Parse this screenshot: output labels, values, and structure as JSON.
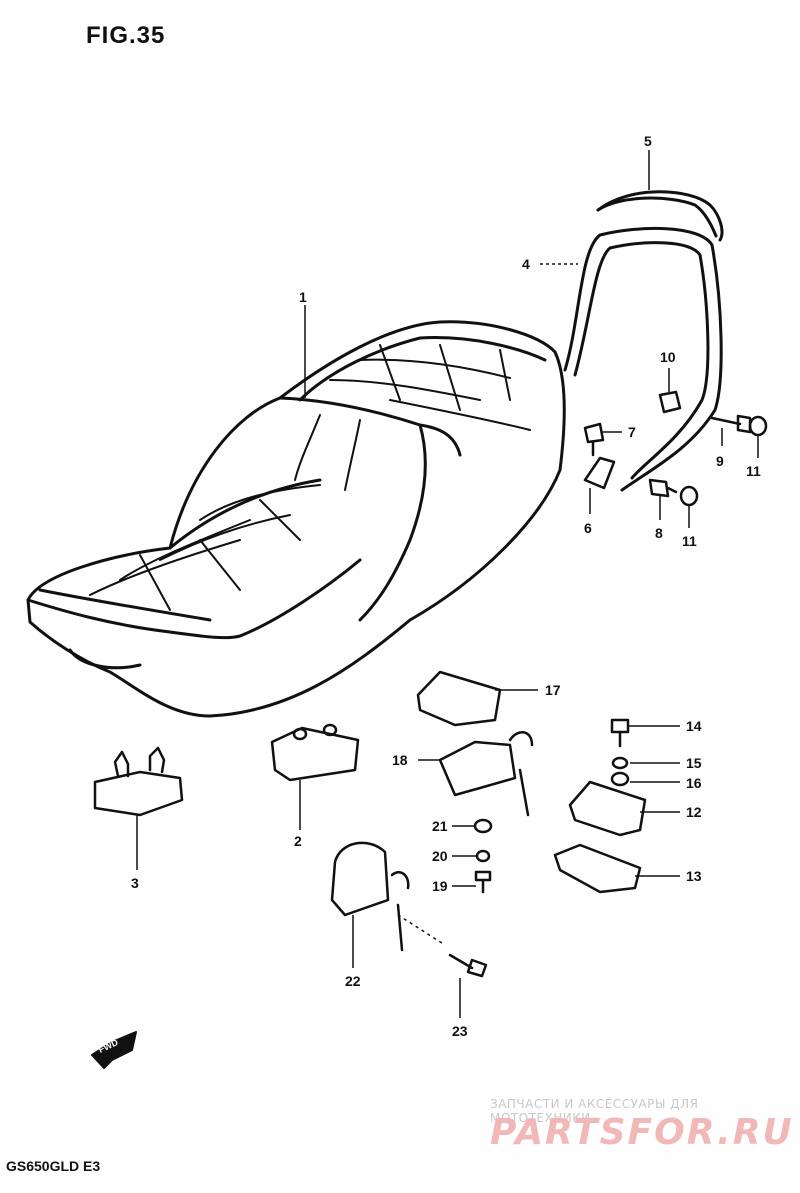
{
  "figure": {
    "title": "FIG.35",
    "model": "GS650GLD E3"
  },
  "fwd_label": "FWD",
  "watermark": {
    "tagline": "ЗАПЧАСТИ И АКСЕССУАРЫ ДЛЯ МОТОТЕХНИКИ",
    "logo": "PARTSFOR.RU"
  },
  "callouts": {
    "c1": "1",
    "c2": "2",
    "c3": "3",
    "c4": "4",
    "c5": "5",
    "c6": "6",
    "c7": "7",
    "c8": "8",
    "c9": "9",
    "c10": "10",
    "c11a": "11",
    "c11b": "11",
    "c12": "12",
    "c13": "13",
    "c14": "14",
    "c15": "15",
    "c16": "16",
    "c17": "17",
    "c18": "18",
    "c19": "19",
    "c20": "20",
    "c21": "21",
    "c22": "22",
    "c23": "23"
  }
}
